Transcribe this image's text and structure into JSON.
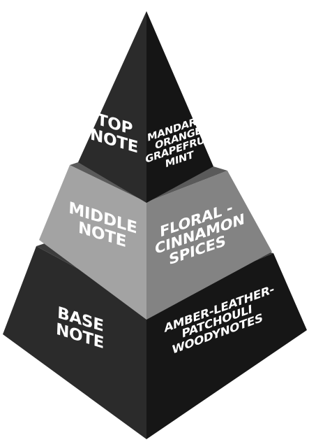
{
  "tiers": {
    "top": {
      "title": [
        "TOP",
        "NOTE"
      ],
      "notes": [
        "MANDARIN",
        "ORANGE",
        "GRAPEFRUIT -",
        "MINT"
      ]
    },
    "middle": {
      "title": [
        "MIDDLE",
        "NOTE"
      ],
      "notes": [
        "FLORAL -",
        "CINNAMON",
        "SPICES"
      ]
    },
    "base": {
      "title": [
        "BASE",
        "NOTE"
      ],
      "notes": [
        "AMBER-LEATHER-",
        "PATCHOULI",
        "WOODYNOTES"
      ]
    }
  },
  "colors": {
    "background": "#ffffff",
    "dark_face_left": "#2a2a2a",
    "dark_face_right": "#161616",
    "mid_face_left": "#9a9a9a",
    "mid_face_right": "#7d7d7d",
    "step_shadow": "#4a4a4a",
    "text": "#ffffff"
  }
}
